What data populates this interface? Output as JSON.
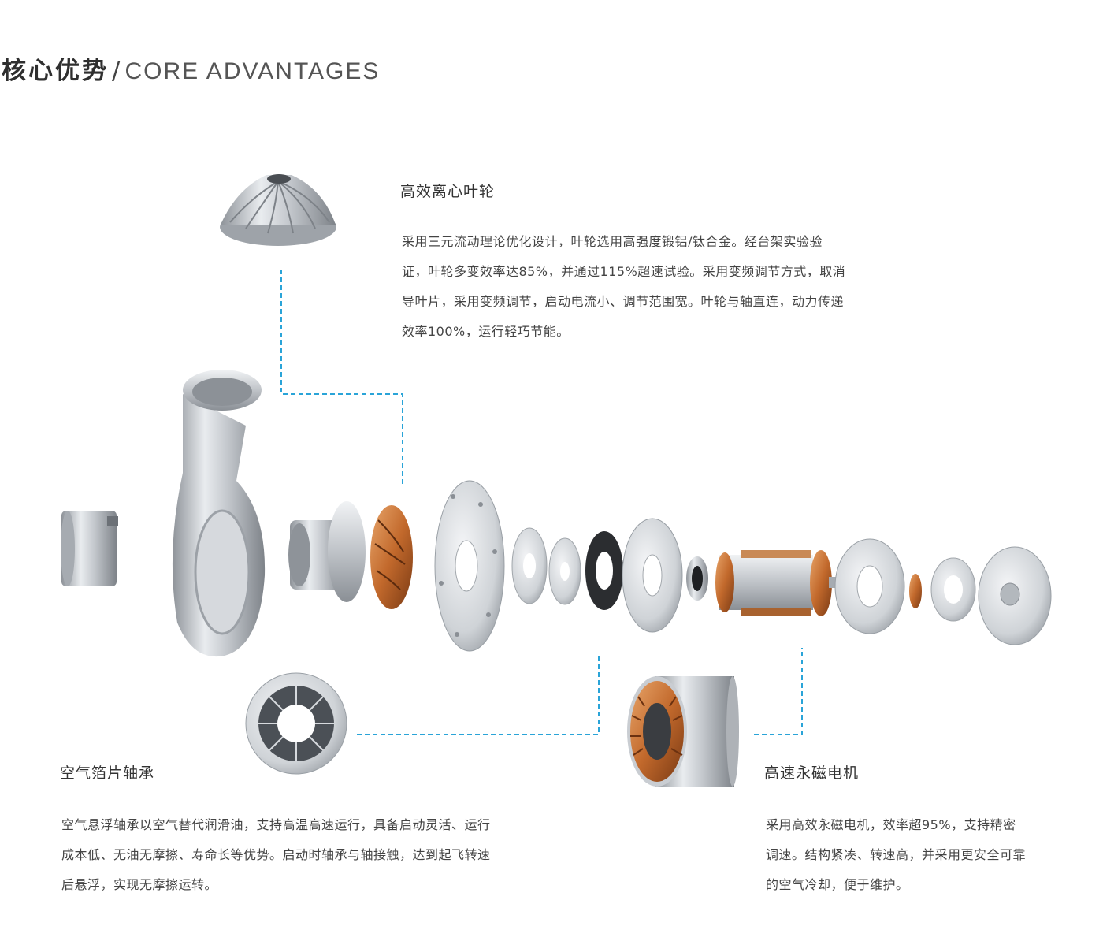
{
  "header": {
    "title_zh": "核心优势",
    "separator": "/",
    "title_en": "CORE ADVANTAGES"
  },
  "impeller": {
    "title": "高效离心叶轮",
    "lines": [
      "采用三元流动理论优化设计，叶轮选用高强度锻铝/钛合金。经台架实验验",
      "证，叶轮多变效率达85%，并通过115%超速试验。采用变频调节方式，取消",
      "导叶片，采用变频调节，启动电流小、调节范围宽。叶轮与轴直连，动力传递",
      "效率100%，运行轻巧节能。"
    ]
  },
  "bearing": {
    "title": "空气箔片轴承",
    "lines": [
      "空气悬浮轴承以空气替代润滑油，支持高温高速运行，具备启动灵活、运行",
      "成本低、无油无摩擦、寿命长等优势。启动时轴承与轴接触，达到起飞转速",
      "后悬浮，实现无摩擦运转。"
    ]
  },
  "motor": {
    "title": "高速永磁电机",
    "lines": [
      "采用高效永磁电机，效率超95%，支持精密",
      "调速。结构紧凑、转速高，并采用更安全可靠",
      "的空气冷却，便于维护。"
    ]
  },
  "colors": {
    "connector": "#2aa4d8",
    "metal": "#b9bdc2",
    "copper": "#c2692c"
  },
  "icons": {
    "impeller_detail": "impeller-icon",
    "bearing_detail": "foil-bearing-icon",
    "motor_detail": "motor-stator-icon",
    "assembly": "exploded-blower-illustration"
  }
}
